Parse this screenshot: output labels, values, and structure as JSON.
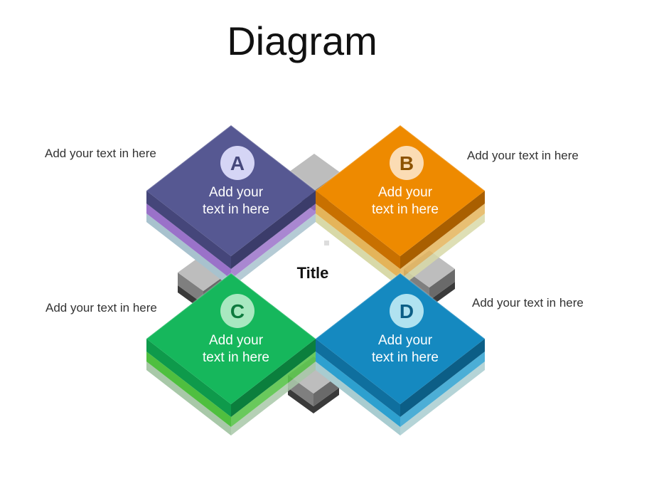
{
  "title": "Diagram",
  "center_title": "Title",
  "quadrants": [
    {
      "letter": "A",
      "body_line1": "Add your",
      "body_line2": "text in here",
      "side_text": "Add your text in here",
      "colors": {
        "top": "#565892",
        "side_left": "#45467A",
        "side_right": "#3B3C6A",
        "mid": "#9A72C9",
        "base": "#A8C2CE",
        "circle": "#D5D5F5",
        "letter": "#46487C"
      }
    },
    {
      "letter": "B",
      "body_line1": "Add your",
      "body_line2": "text in here",
      "side_text": "Add your text in here",
      "colors": {
        "top": "#EE8A00",
        "side_left": "#C87000",
        "side_right": "#A95F00",
        "mid": "#E4B45A",
        "base": "#D8D9A8",
        "circle": "#FBDCB4",
        "letter": "#8C5200"
      }
    },
    {
      "letter": "C",
      "body_line1": "Add your",
      "body_line2": "text in here",
      "side_text": "Add your text in here",
      "colors": {
        "top": "#16B75C",
        "side_left": "#0E9A4B",
        "side_right": "#0B7F3D",
        "mid": "#4FBF3F",
        "base": "#A8C8A8",
        "circle": "#A8E8C0",
        "letter": "#0E7A3E"
      }
    },
    {
      "letter": "D",
      "body_line1": "Add your",
      "body_line2": "text in here",
      "side_text": "Add your text in here",
      "colors": {
        "top": "#1589C0",
        "side_left": "#0F6F9E",
        "side_right": "#0C5E86",
        "mid": "#2DA0CF",
        "base": "#A8CCD0",
        "circle": "#B0E2F0",
        "letter": "#0C5E86"
      }
    }
  ],
  "colors": {
    "connector_top": "#BDBDBD",
    "connector_side": "#7F7F7F",
    "connector_dark": "#3A3A3A",
    "text_white": "#FFFFFF"
  }
}
